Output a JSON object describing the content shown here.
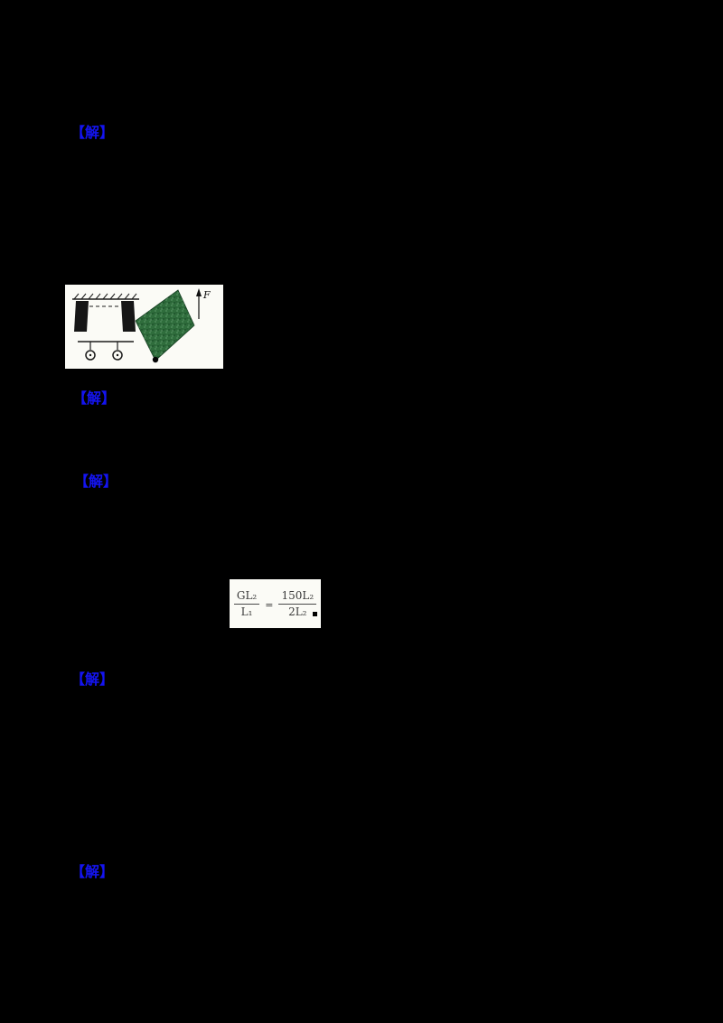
{
  "colors": {
    "page_bg": "#000000",
    "accent_blue": "#1414f0",
    "paper_white": "#fbfbf6",
    "figure_green": "#2f6d3c",
    "formula_ink": "#3a3a3a"
  },
  "markers": [
    {
      "label": "【解】"
    },
    {
      "label": "【解】"
    },
    {
      "label": "【解】"
    },
    {
      "label": "【解】"
    },
    {
      "label": "【解】"
    }
  ],
  "figure": {
    "force_label": "F"
  },
  "formula": {
    "frac1_num": "GL₂",
    "frac1_den": "L₁",
    "relation": "=",
    "frac2_num": "150L₂",
    "frac2_den": "2L₂"
  }
}
